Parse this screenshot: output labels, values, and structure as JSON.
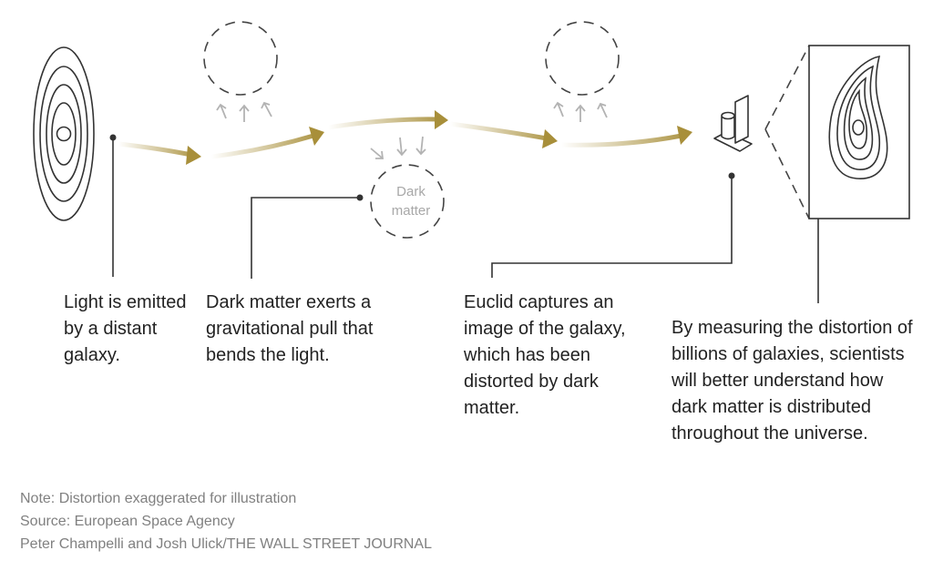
{
  "dark_matter_label": {
    "line1": "Dark",
    "line2": "matter"
  },
  "captions": {
    "light": "Light is emitted by a distant galaxy.",
    "dark_matter": "Dark matter exerts a gravitational pull that bends the light.",
    "euclid": "Euclid captures an image of the galaxy, which has been distorted by dark matter.",
    "measuring": "By measuring the distortion of billions of galaxies, scientists will better understand how dark matter is distributed throughout the universe."
  },
  "notes": {
    "note": "Note: Distortion exaggerated for illustration",
    "source": "Source: European Space Agency",
    "credit": "Peter Champelli and Josh Ulick/THE WALL STREET JOURNAL"
  },
  "colors": {
    "arrow": "#a88f3a",
    "line": "#333333",
    "dashed": "#444444",
    "pull_arrow": "#b3b3b3",
    "note_text": "#808080"
  },
  "icons": [
    "galaxy-icon",
    "euclid-telescope-icon",
    "distorted-galaxy-icon"
  ]
}
